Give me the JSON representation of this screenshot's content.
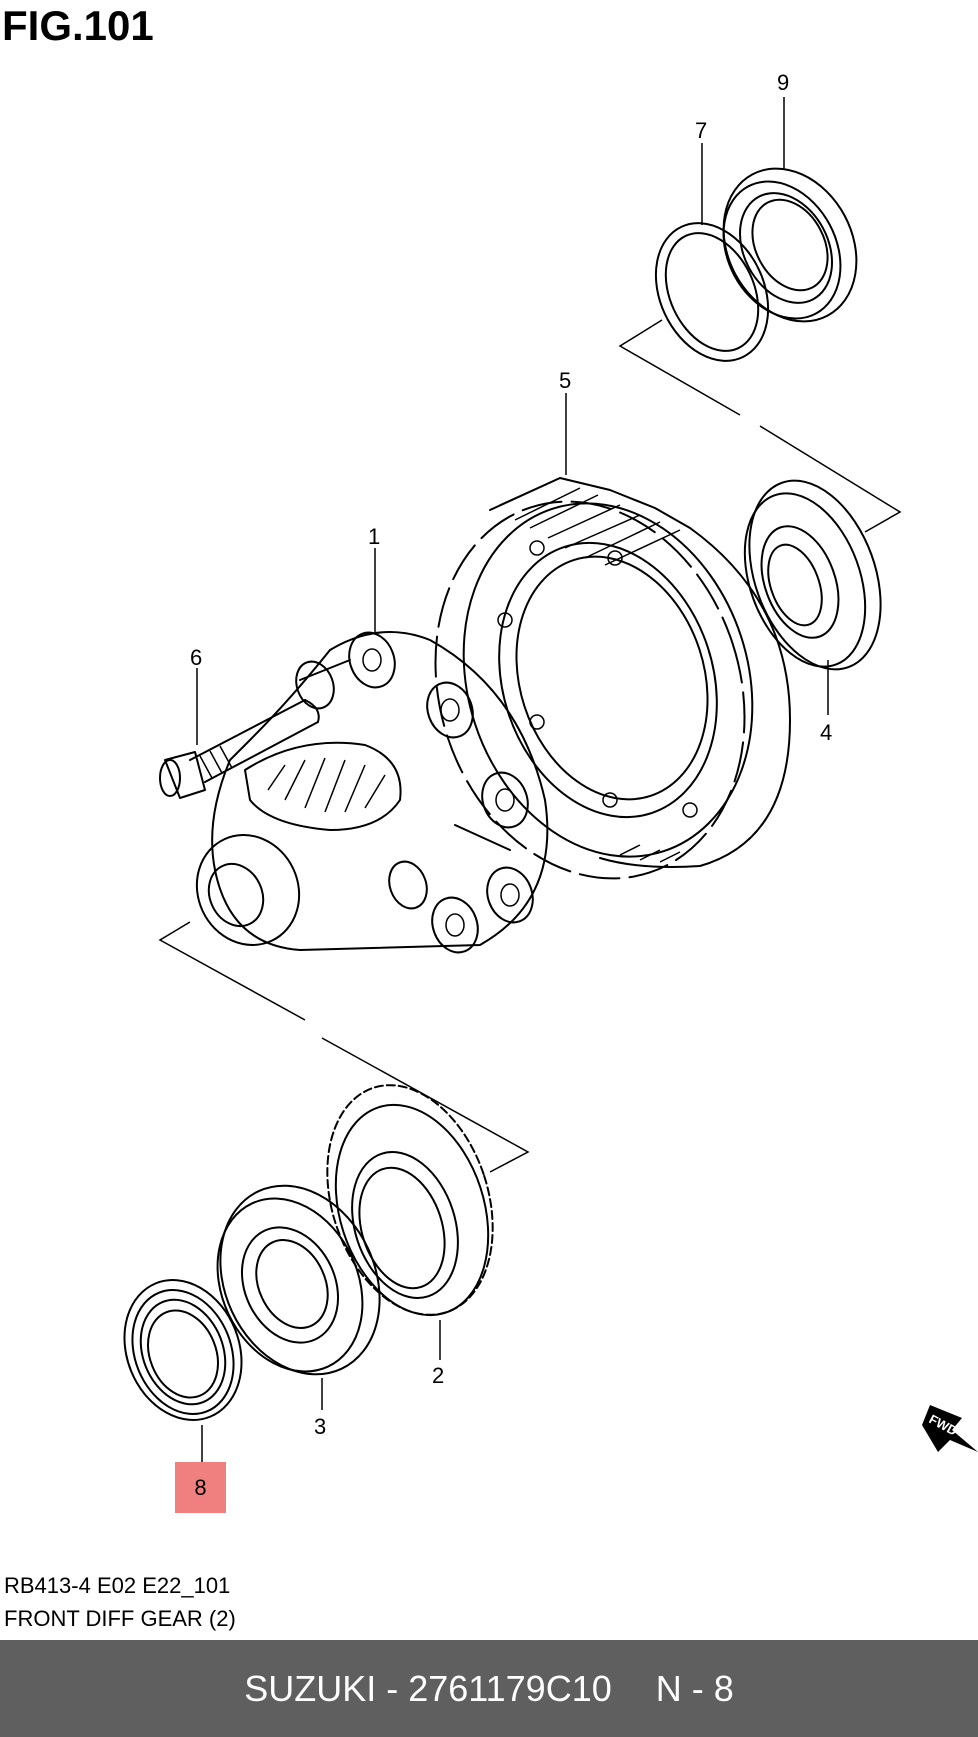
{
  "figure": {
    "title": "FIG.101",
    "model_code": "RB413-4 E02 E22_101",
    "description": "FRONT DIFF GEAR (2)",
    "fwd_label": "FWD"
  },
  "callouts": [
    {
      "label": "1"
    },
    {
      "label": "2"
    },
    {
      "label": "3"
    },
    {
      "label": "4"
    },
    {
      "label": "5"
    },
    {
      "label": "6"
    },
    {
      "label": "7"
    },
    {
      "label": "8",
      "highlighted": true
    },
    {
      "label": "9"
    }
  ],
  "footer": {
    "part_info": "SUZUKI - 2761179C10",
    "position": "N - 8"
  },
  "colors": {
    "highlight": "#f08080",
    "footer_bg": "#5f5f5f",
    "footer_text": "#ffffff"
  }
}
